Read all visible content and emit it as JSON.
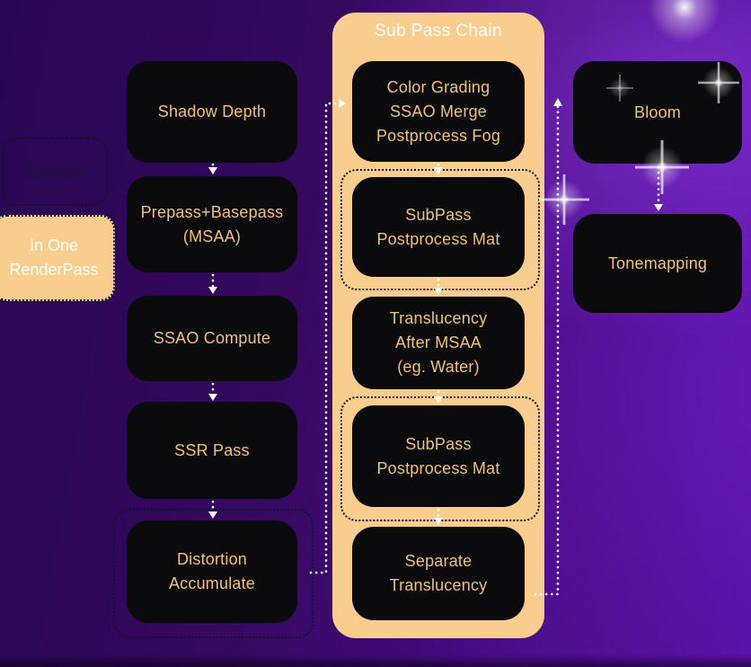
{
  "colors": {
    "background_left": "#2a0754",
    "background_right": "#560fa0",
    "node_fill": "#0b0a0d",
    "node_text": "#f1c279",
    "chain_fill": "#f8cd8d",
    "chain_title_text": "#ffffff",
    "arrow": "#ffffff",
    "optional_outline": "#17122c"
  },
  "legend": {
    "optional": {
      "label": "Optional"
    },
    "in_one": {
      "label": "In One\nRenderPass"
    }
  },
  "left_column": {
    "nodes": [
      {
        "label": "Shadow Depth",
        "optional": false
      },
      {
        "label": "Prepass+Basepass\n(MSAA)",
        "optional": false
      },
      {
        "label": "SSAO Compute",
        "optional": false
      },
      {
        "label": "SSR Pass",
        "optional": false
      },
      {
        "label": "Distortion\nAccumulate",
        "optional": true
      }
    ]
  },
  "subpass_chain": {
    "title": "Sub Pass Chain",
    "nodes": [
      {
        "label": "Color Grading\nSSAO Merge\nPostprocess Fog",
        "optional": false
      },
      {
        "label": "SubPass\nPostprocess Mat",
        "optional": true
      },
      {
        "label": "Translucency\nAfter MSAA\n(eg. Water)",
        "optional": false
      },
      {
        "label": "SubPass\nPostprocess Mat",
        "optional": true
      },
      {
        "label": "Separate\nTranslucency",
        "optional": false
      }
    ]
  },
  "right_column": {
    "nodes": [
      {
        "label": "Bloom"
      },
      {
        "label": "Tonemapping"
      }
    ]
  }
}
